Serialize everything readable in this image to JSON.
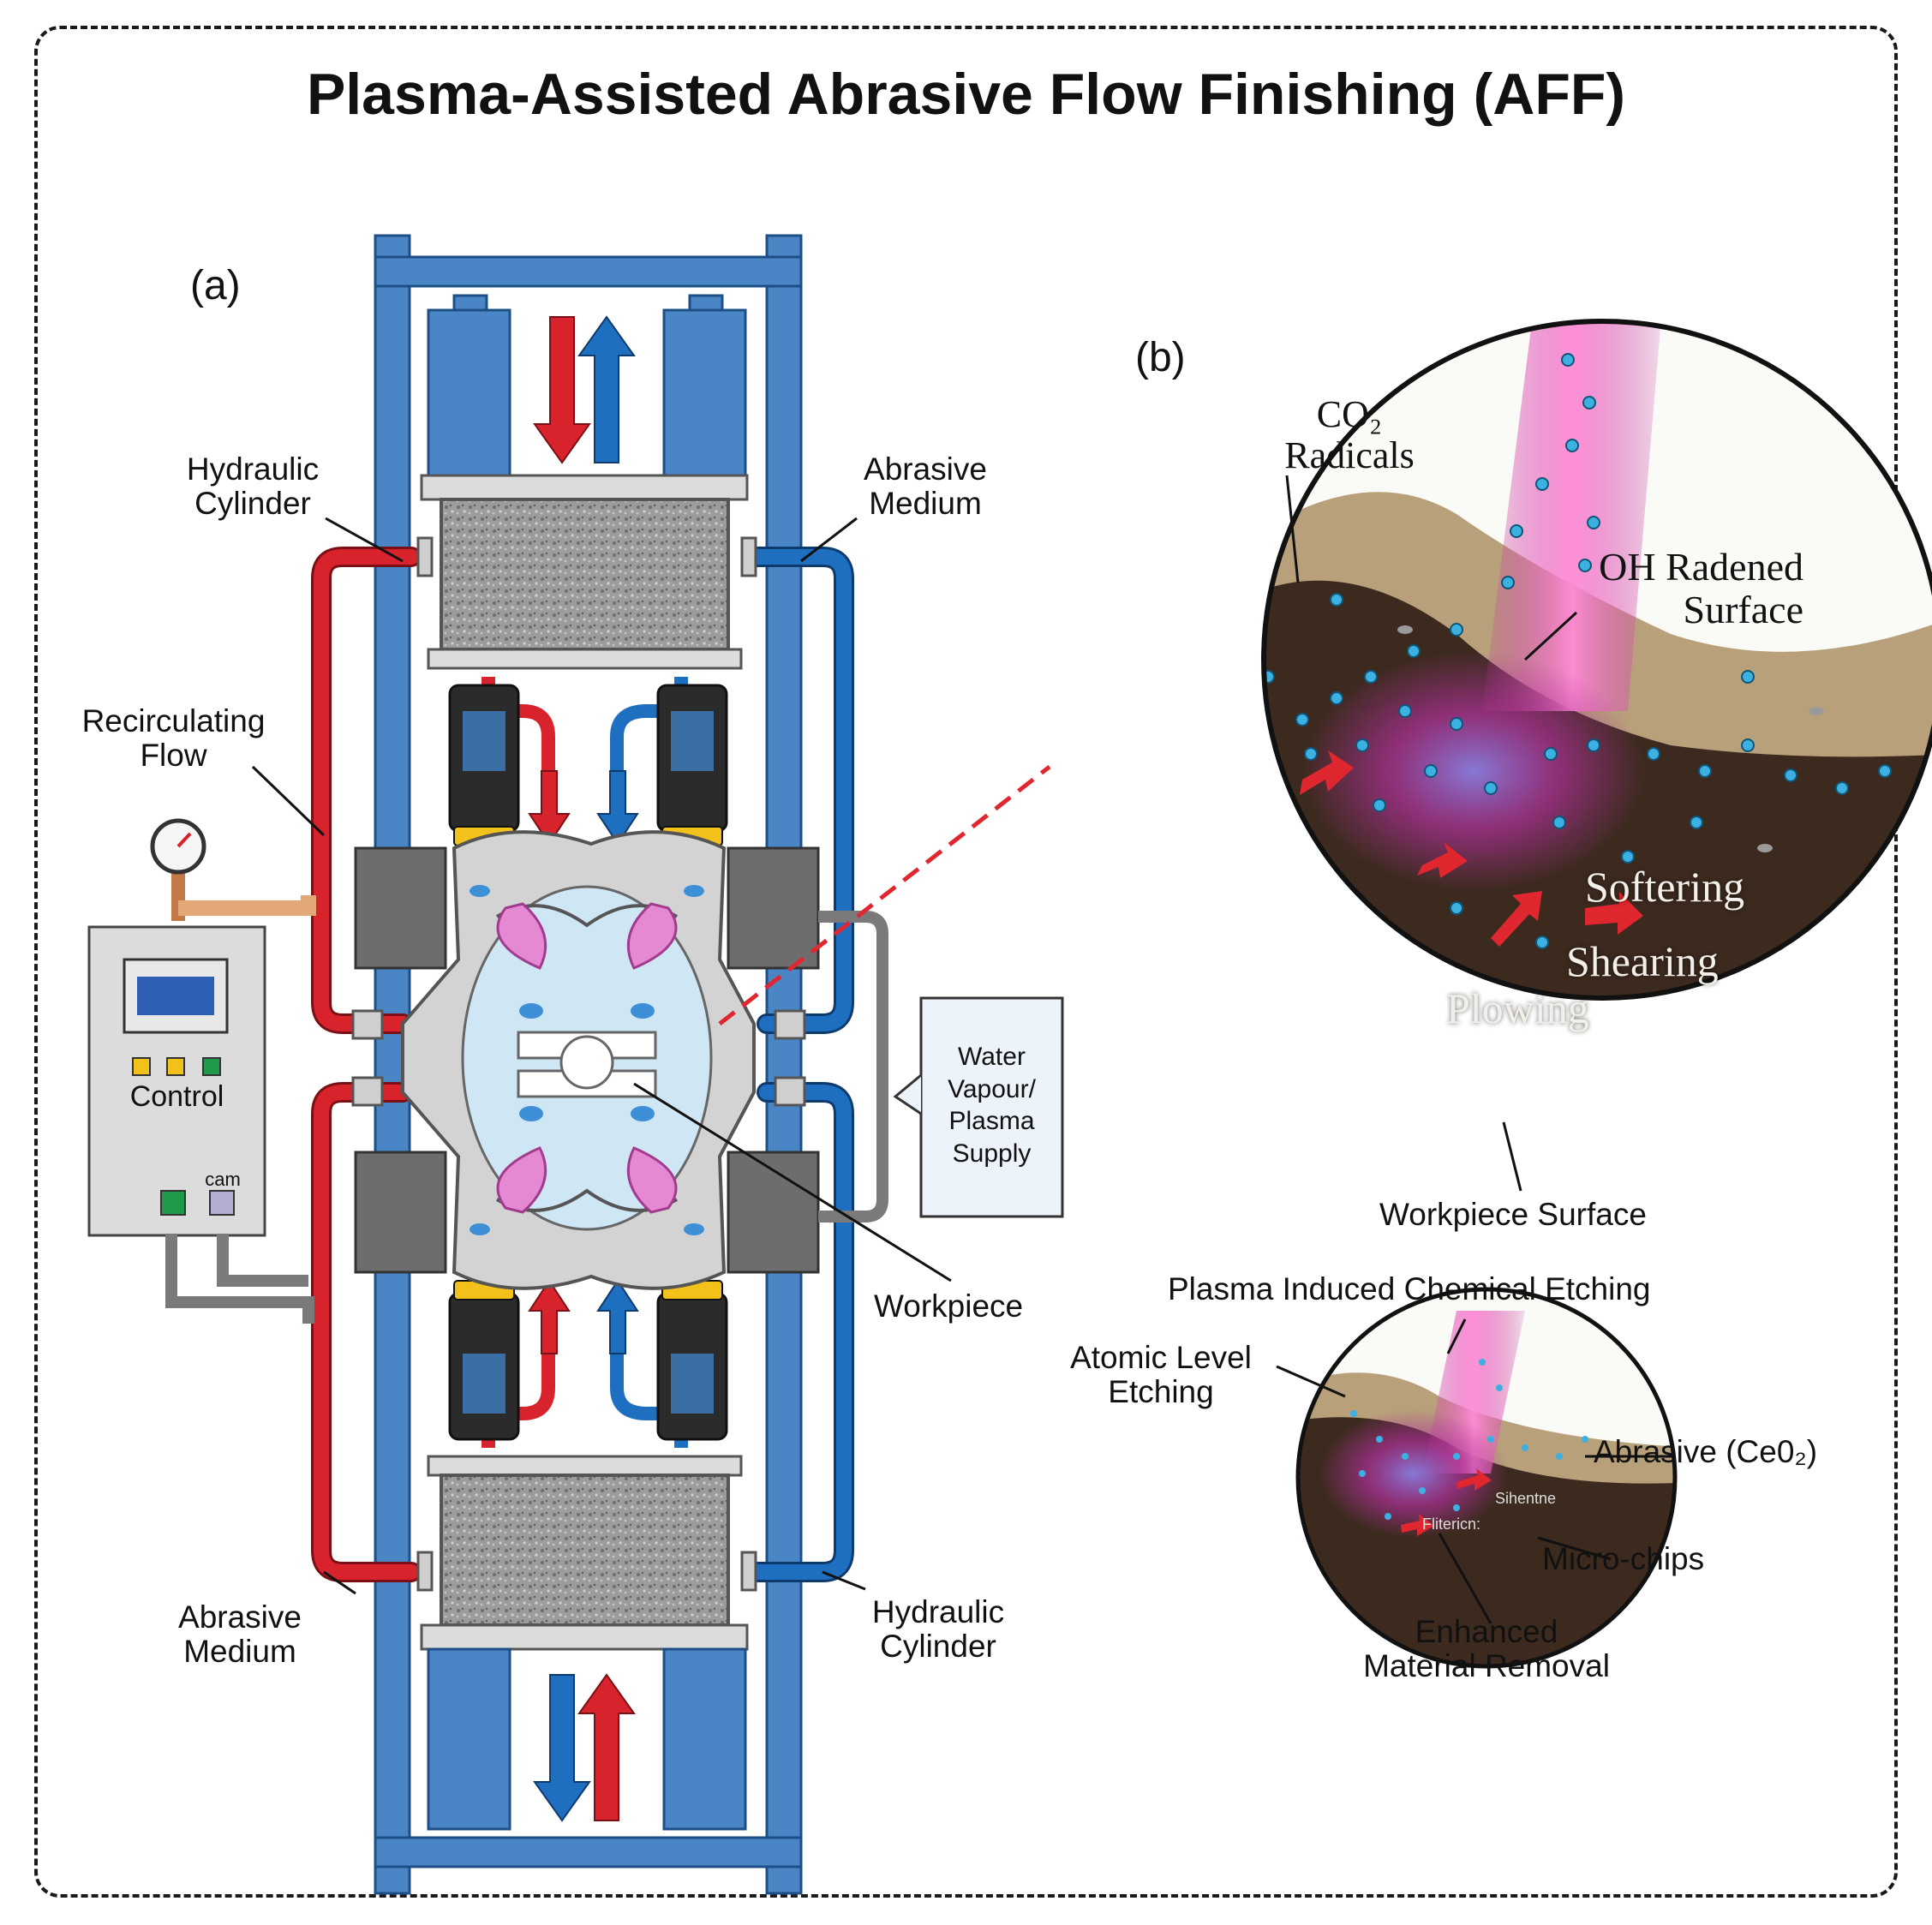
{
  "title": "Plasma-Assisted Abrasive Flow Finishing (AFF)",
  "panels": {
    "a": "(a)",
    "b": "(b)"
  },
  "labels": {
    "hydraulic_cylinder_top": "Hydraulic\nCylinder",
    "abrasive_medium_top": "Abrasive\nMedium",
    "recirculating_flow": "Recirculating\nFlow",
    "control": "Control",
    "control_small": "cam",
    "water_vapour_supply": "Water\nVapour/\nPlasma\nSupply",
    "workpiece": "Workpiece",
    "abrasive_medium_bottom": "Abrasive\nMedium",
    "hydraulic_cylinder_bottom": "Hydraulic\nCylinder"
  },
  "magnified": {
    "co2_radicals": "CO₂\nRadicals",
    "oh_radened_surface": "OH Radened\nSurface",
    "softering": "Softering",
    "shearing": "Shearing",
    "plowing": "Plowing",
    "workpiece_surface": "Workpiece Surface"
  },
  "small_inset": {
    "plasma_etching": "Plasma Induced Chemical Etching",
    "atomic_etching": "Atomic Level\nEtching",
    "abrasive_ceo2": "Abrasive (Ce0₂)",
    "micro_chips": "Micro-chips",
    "enhanced_removal": "Enhanced\nMaterial Removal",
    "inner_text_1": "Sihentne",
    "inner_text_2": "Flitericn:"
  },
  "colors": {
    "frame_blue": "#4a86c5",
    "hydraulic_red": "#d9232c",
    "medium_blue": "#1f6fc0",
    "plasma_magenta": "#c0339b",
    "soil_dark": "#3d2a1f",
    "soil_tan": "#b8a07a",
    "particle_cyan": "#3cb0e0"
  }
}
